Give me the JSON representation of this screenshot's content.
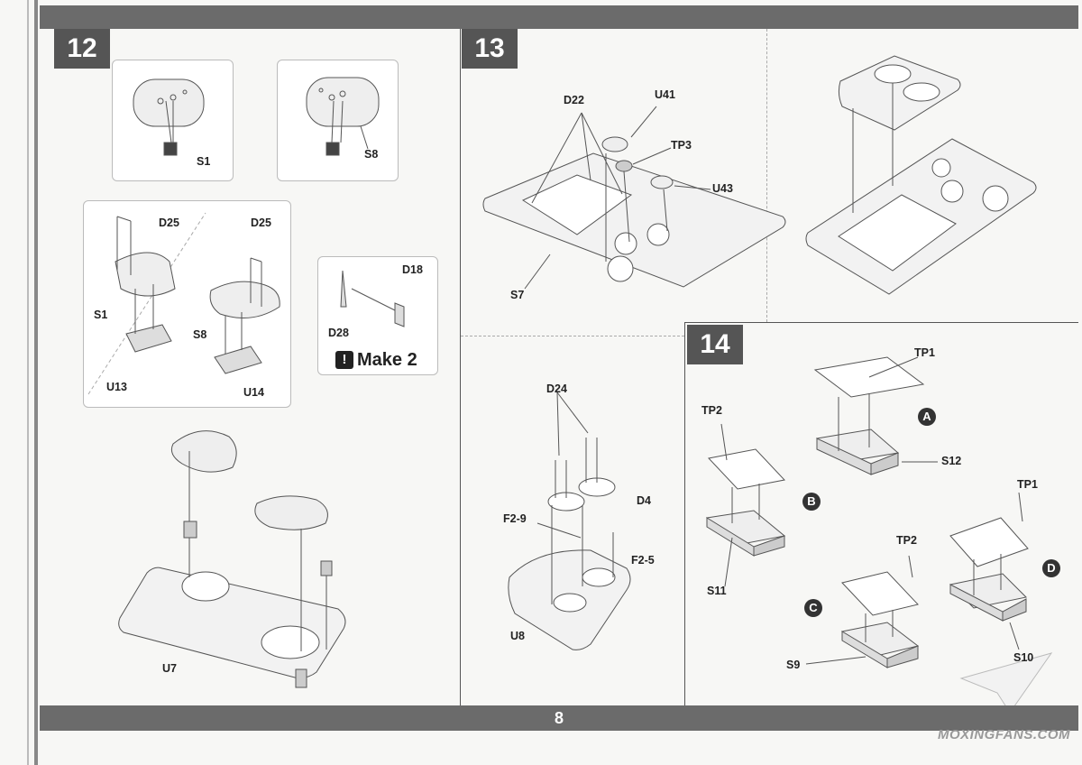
{
  "page_number": "8",
  "watermark": "MOXINGFANS.COM",
  "steps": {
    "s12": {
      "number": "12",
      "labels": {
        "s1_top": "S1",
        "s8_top": "S8",
        "d25_left": "D25",
        "d25_right": "D25",
        "s1_mid": "S1",
        "s8_mid": "S8",
        "u13": "U13",
        "u14": "U14",
        "d18": "D18",
        "d28": "D28",
        "u7": "U7"
      },
      "make_note": "Make 2"
    },
    "s13": {
      "number": "13",
      "labels": {
        "d22": "D22",
        "u41": "U41",
        "tp3": "TP3",
        "u43": "U43",
        "s7": "S7",
        "d24": "D24",
        "d4": "D4",
        "f2_9": "F2-9",
        "f2_5": "F2-5",
        "u8": "U8"
      }
    },
    "s14": {
      "number": "14",
      "labels": {
        "tp1_a": "TP1",
        "tp2_b": "TP2",
        "s12": "S12",
        "s11": "S11",
        "tp1_d": "TP1",
        "tp2_c": "TP2",
        "s9": "S9",
        "s10": "S10"
      },
      "callouts": {
        "a": "A",
        "b": "B",
        "c": "C",
        "d": "D"
      }
    }
  },
  "colors": {
    "bar": "#6b6b6b",
    "step_badge": "#555555",
    "ink": "#222222"
  }
}
